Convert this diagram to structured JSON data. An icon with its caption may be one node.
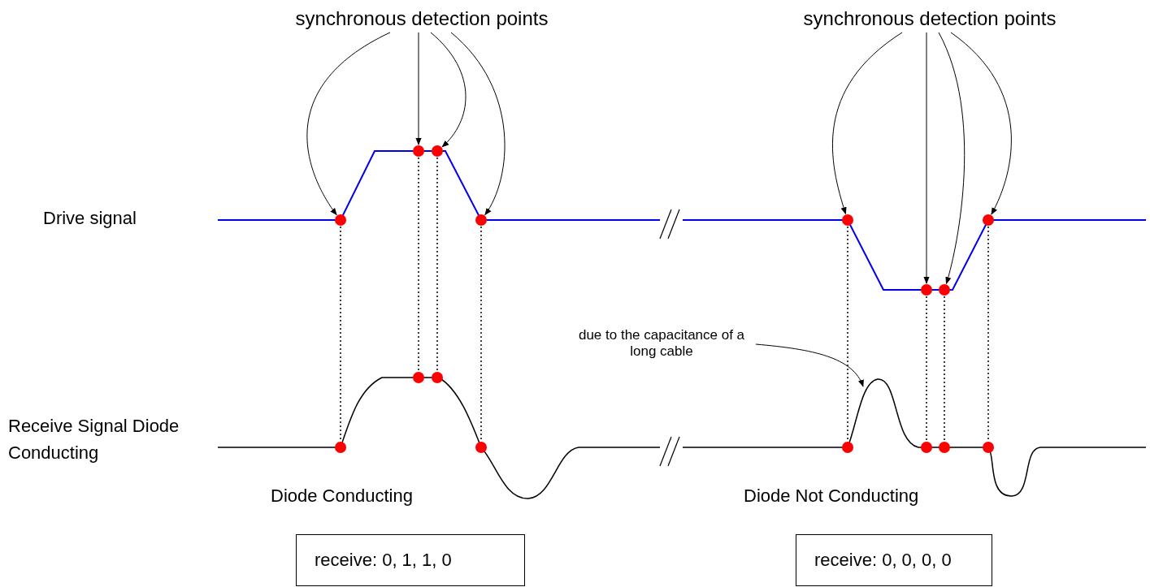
{
  "diagram": {
    "nodes": [
      {
        "text": [
          "synchronous detection points"
        ]
      },
      {
        "text": [
          "synchronous detection points"
        ]
      },
      {
        "text": [],
        "shape": "circle"
      },
      {
        "text": [],
        "shape": "circle"
      },
      {
        "text": [],
        "shape": "circle"
      },
      {
        "text": [],
        "shape": "circle"
      },
      {
        "text": [],
        "shape": "circle"
      },
      {
        "text": [],
        "shape": "circle"
      },
      {
        "text": [],
        "shape": "circle"
      },
      {
        "text": [],
        "shape": "circle"
      },
      {
        "text": [
          "due to the capacitance of a long cable"
        ]
      },
      {
        "text": [
          "receive: 0, 1, 1, 0"
        ]
      },
      {
        "text": [
          "receive: 0, 0, 0, 0"
        ]
      },
      {
        "text": [],
        "shape": "circle"
      },
      {
        "text": [],
        "shape": "circle"
      },
      {
        "text": [],
        "shape": "circle"
      },
      {
        "text": [],
        "shape": "circle"
      },
      {
        "text": [],
        "shape": "circle"
      },
      {
        "text": [],
        "shape": "circle"
      },
      {
        "text": [],
        "shape": "circle"
      },
      {
        "text": [],
        "shape": "circle"
      }
    ],
    "edges": [
      {
        "from": 0,
        "to": 2,
        "arrow": "to"
      },
      {
        "from": 0,
        "to": 3,
        "arrow": "to"
      },
      {
        "from": 0,
        "to": 4,
        "arrow": "to"
      },
      {
        "from": 0,
        "to": 5,
        "arrow": "to"
      },
      {
        "from": 1,
        "to": 6,
        "arrow": "to"
      },
      {
        "from": 1,
        "to": 7,
        "arrow": "to"
      },
      {
        "from": 1,
        "to": 8,
        "arrow": "to"
      },
      {
        "from": 1,
        "to": 9,
        "arrow": "to"
      },
      {
        "from": 10,
        "to": null,
        "arrow": "to"
      },
      {
        "from": 2,
        "to": 13,
        "arrow": "none",
        "style": "dashed"
      },
      {
        "from": 3,
        "to": 14,
        "arrow": "none",
        "style": "dashed"
      },
      {
        "from": 4,
        "to": 15,
        "arrow": "none",
        "style": "dashed"
      },
      {
        "from": 5,
        "to": 16,
        "arrow": "none",
        "style": "dashed"
      },
      {
        "from": 6,
        "to": 17,
        "arrow": "none",
        "style": "dashed"
      },
      {
        "from": 7,
        "to": 18,
        "arrow": "none",
        "style": "dashed"
      },
      {
        "from": 8,
        "to": 19,
        "arrow": "none",
        "style": "dashed"
      },
      {
        "from": 9,
        "to": 20,
        "arrow": "none",
        "style": "dashed"
      }
    ],
    "labels": [
      "Drive signal",
      "Receive Signal Diode Conducting",
      "Diode Conducting",
      "Diode Not Conducting"
    ]
  }
}
